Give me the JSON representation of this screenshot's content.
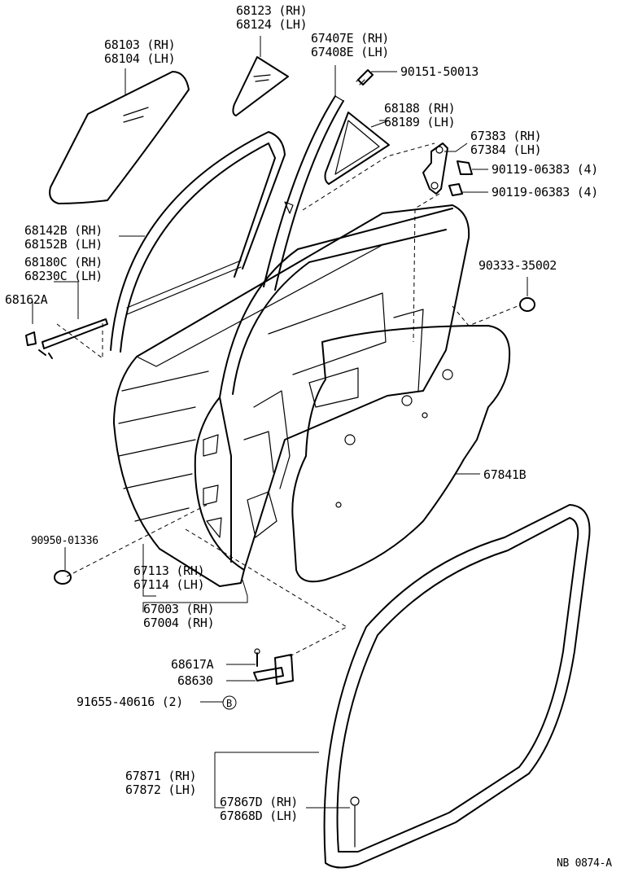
{
  "labels": {
    "p68123": "68123 (RH)",
    "p68124": "68124 (LH)",
    "p68103": "68103 (RH)",
    "p68104": "68104 (LH)",
    "p67407E": "67407E (RH)",
    "p67408E": "67408E (LH)",
    "p90151": "90151-50013",
    "p68188": "68188 (RH)",
    "p68189": "68189 (LH)",
    "p67383": "67383 (RH)",
    "p67384": "67384 (LH)",
    "p90119a": "90119-06383 (4)",
    "p90119b": "90119-06383 (4)",
    "p68142B": "68142B (RH)",
    "p68152B": "68152B (LH)",
    "p68180C": "68180C (RH)",
    "p68230C": "68230C (LH)",
    "p68162A": "68162A",
    "p90333": "90333-35002",
    "p67841B": "67841B",
    "p90950": "90950-01336",
    "p67113": "67113 (RH)",
    "p67114": "67114 (LH)",
    "p67003": "67003 (RH)",
    "p67004": "67004 (RH)",
    "p68617A": "68617A",
    "p68630": "68630",
    "p91655": "91655-40616 (2)",
    "bMark": "B",
    "p67871": "67871 (RH)",
    "p67872": "67872 (LH)",
    "p67867D": "67867D (RH)",
    "p67868D": "67868D (LH)",
    "footer": "NB 0874-A"
  }
}
